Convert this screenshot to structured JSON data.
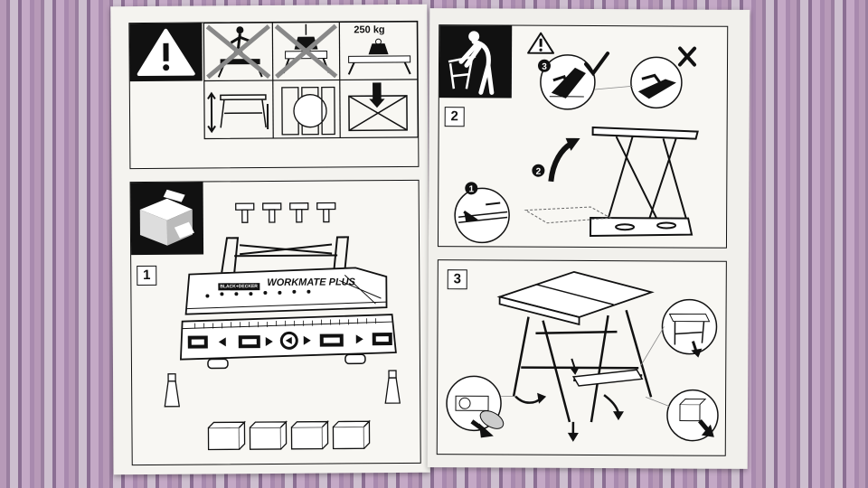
{
  "warnings": {
    "max_load": "250 kg"
  },
  "steps": {
    "step1": "1",
    "step2": "2",
    "step3": "3"
  },
  "product": {
    "brand": "BLACK+DECKER",
    "model": "WORKMATE",
    "variant": "PLUS"
  },
  "callouts": [
    "1",
    "2",
    "3"
  ],
  "icons": {
    "warning": "warning-triangle-icon",
    "check": "checkmark-icon",
    "cross": "cross-icon"
  }
}
